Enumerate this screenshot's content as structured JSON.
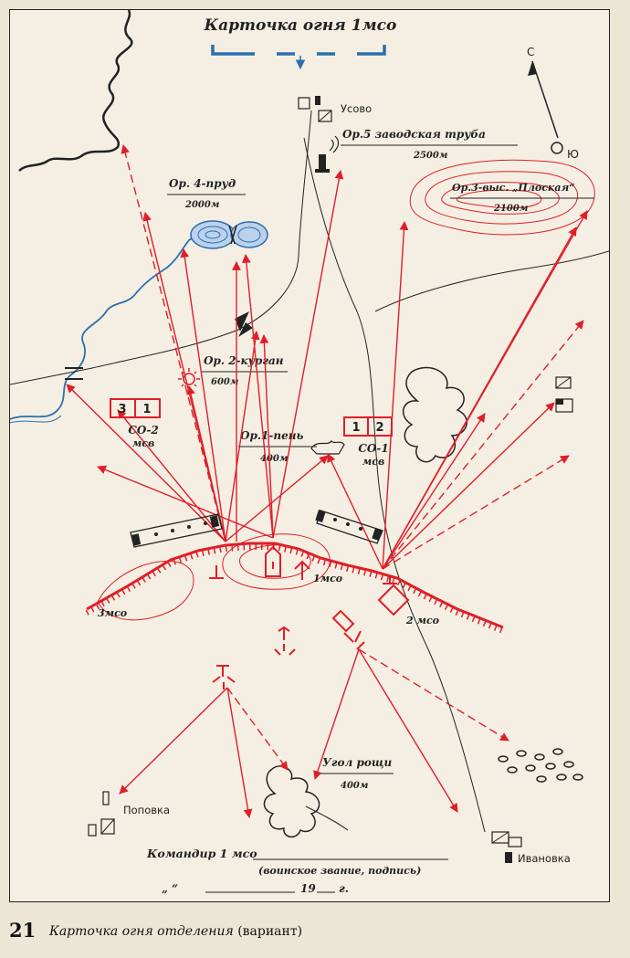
{
  "map": {
    "title": "Карточка огня 1мсо",
    "north": "С",
    "south": "Ю",
    "villages": {
      "usovo": "Усово",
      "popovka": "Поповка",
      "ivanovka": "Ивановка"
    },
    "landmarks": [
      {
        "id": "or5",
        "name": "Ор.5  заводская труба",
        "dist": "2500м"
      },
      {
        "id": "or4",
        "name": "Ор. 4-пруд",
        "dist": "2000м"
      },
      {
        "id": "or3",
        "name": "Ор.3-выс. „Плоская“",
        "dist": "2100м"
      },
      {
        "id": "or2",
        "name": "Ор. 2-курган",
        "dist": "600м"
      },
      {
        "id": "or1",
        "name": "Ор.1-пень",
        "dist": "400м"
      },
      {
        "id": "grove",
        "name": "Угол рощи",
        "dist": "400м"
      }
    ],
    "units": {
      "so2": {
        "cells": [
          "3",
          "1"
        ],
        "label": "СО-2",
        "sub": "мсв"
      },
      "so1": {
        "cells": [
          "1",
          "2"
        ],
        "label": "СО-1",
        "sub": "мсв"
      },
      "squad1": "1мсо",
      "squad2": "2 мсо",
      "squad3": "3мсо"
    },
    "signature": {
      "commander": "Командир 1 мсо",
      "note": "(воинское звание, подпись)",
      "date_prefix": "„    “",
      "year": "19",
      "year_suffix": "г."
    },
    "colors": {
      "fire": "#e01e2a",
      "ink": "#222222",
      "water": "#2a6fb0",
      "background": "#f4efe2"
    }
  },
  "caption": {
    "number": "21",
    "text": "Карточка огня отделения",
    "variant": "(вариант)"
  }
}
